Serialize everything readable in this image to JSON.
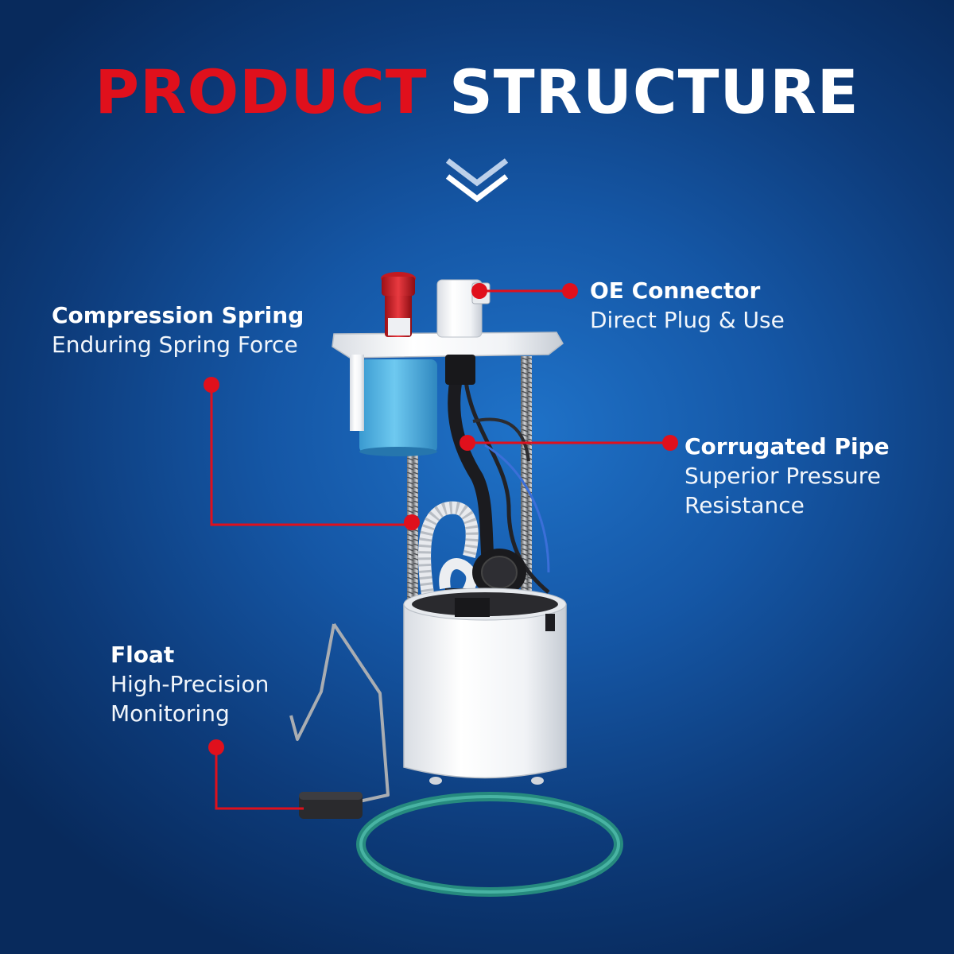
{
  "title": {
    "word1": "PRODUCT",
    "word2": "STRUCTURE"
  },
  "colors": {
    "accent": "#e0101c",
    "background": "#1557a6",
    "text": "#ffffff"
  },
  "callouts": [
    {
      "heading": "OE Connector",
      "lines": [
        "Direct Plug & Use"
      ]
    },
    {
      "heading": "Compression Spring",
      "lines": [
        "Enduring Spring Force"
      ]
    },
    {
      "heading": "Corrugated Pipe",
      "lines": [
        "Superior Pressure",
        "Resistance"
      ]
    },
    {
      "heading": "Float",
      "lines": [
        "High-Precision",
        "Monitoring"
      ]
    }
  ],
  "icons": {
    "scroll_hint": "double-chevron-down-icon",
    "product": "fuel-pump-assembly-image"
  }
}
